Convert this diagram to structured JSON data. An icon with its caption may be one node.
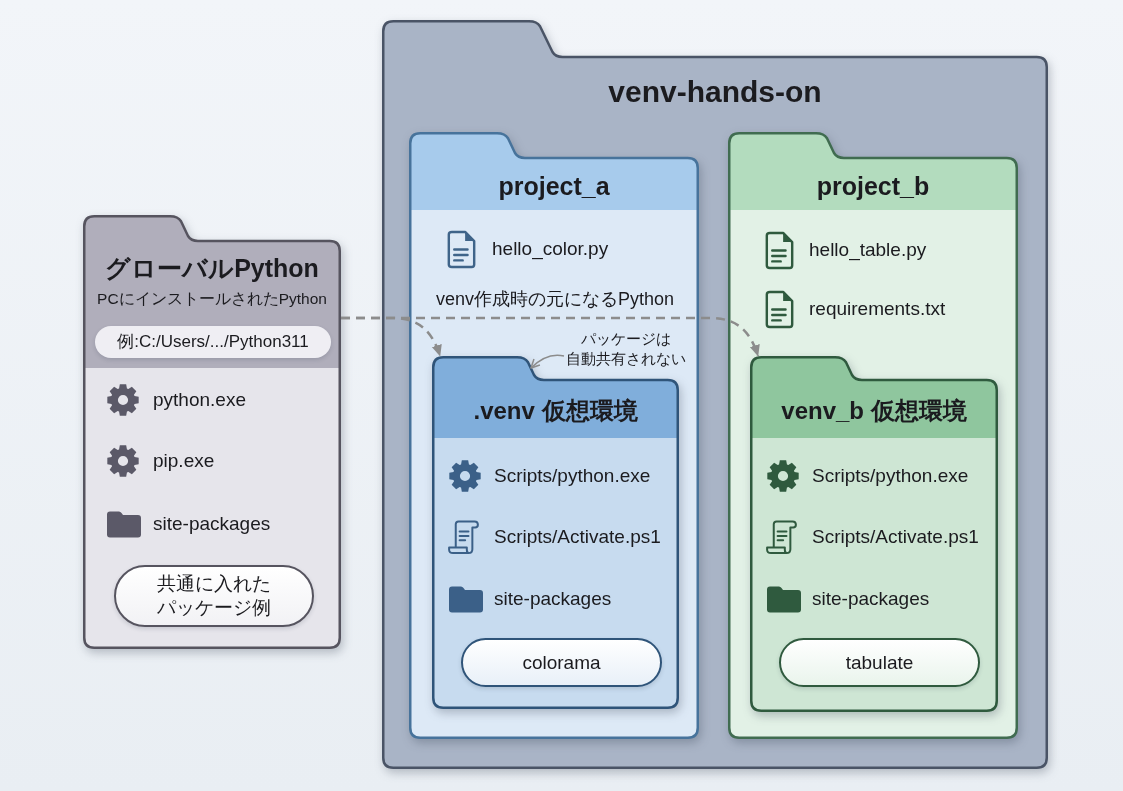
{
  "diagram": {
    "nodes": [
      {
        "text": [
          "グローバルPython",
          "PCにインストールされたPython",
          "python.exe",
          "pip.exe",
          "site-packages"
        ]
      },
      {
        "text": [
          "例:C:/Users/.../Python311"
        ],
        "in": 0
      },
      {
        "text": [
          "共通に入れたパッケージ例"
        ],
        "in": 0
      },
      {
        "text": [
          "venv-hands-on"
        ]
      },
      {
        "text": [
          "project_a",
          "hello_color.py"
        ],
        "in": 3
      },
      {
        "text": [
          "パッケージは自動共有されない"
        ],
        "in": 4
      },
      {
        "text": [
          ".venv 仮想環境",
          "Scripts/python.exe",
          "Scripts/Activate.ps1",
          "site-packages"
        ],
        "in": 4
      },
      {
        "text": [
          "colorama"
        ],
        "in": 6
      },
      {
        "text": [
          "project_b",
          "hello_table.py",
          "requirements.txt"
        ],
        "in": 3
      },
      {
        "text": [
          "venv_b 仮想環境",
          "Scripts/python.exe",
          "Scripts/Activate.ps1",
          "site-packages"
        ],
        "in": 8
      },
      {
        "text": [
          "tabulate"
        ],
        "in": 9
      }
    ],
    "edges": [
      {
        "from": 0,
        "to": 6,
        "arrow": "to",
        "style": "dashed"
      },
      {
        "from": 0,
        "to": 9,
        "arrow": "to",
        "style": "dashed",
        "label": "venv作成時の元になるPython"
      },
      {
        "from": 5,
        "to": 6,
        "arrow": "to"
      }
    ]
  }
}
